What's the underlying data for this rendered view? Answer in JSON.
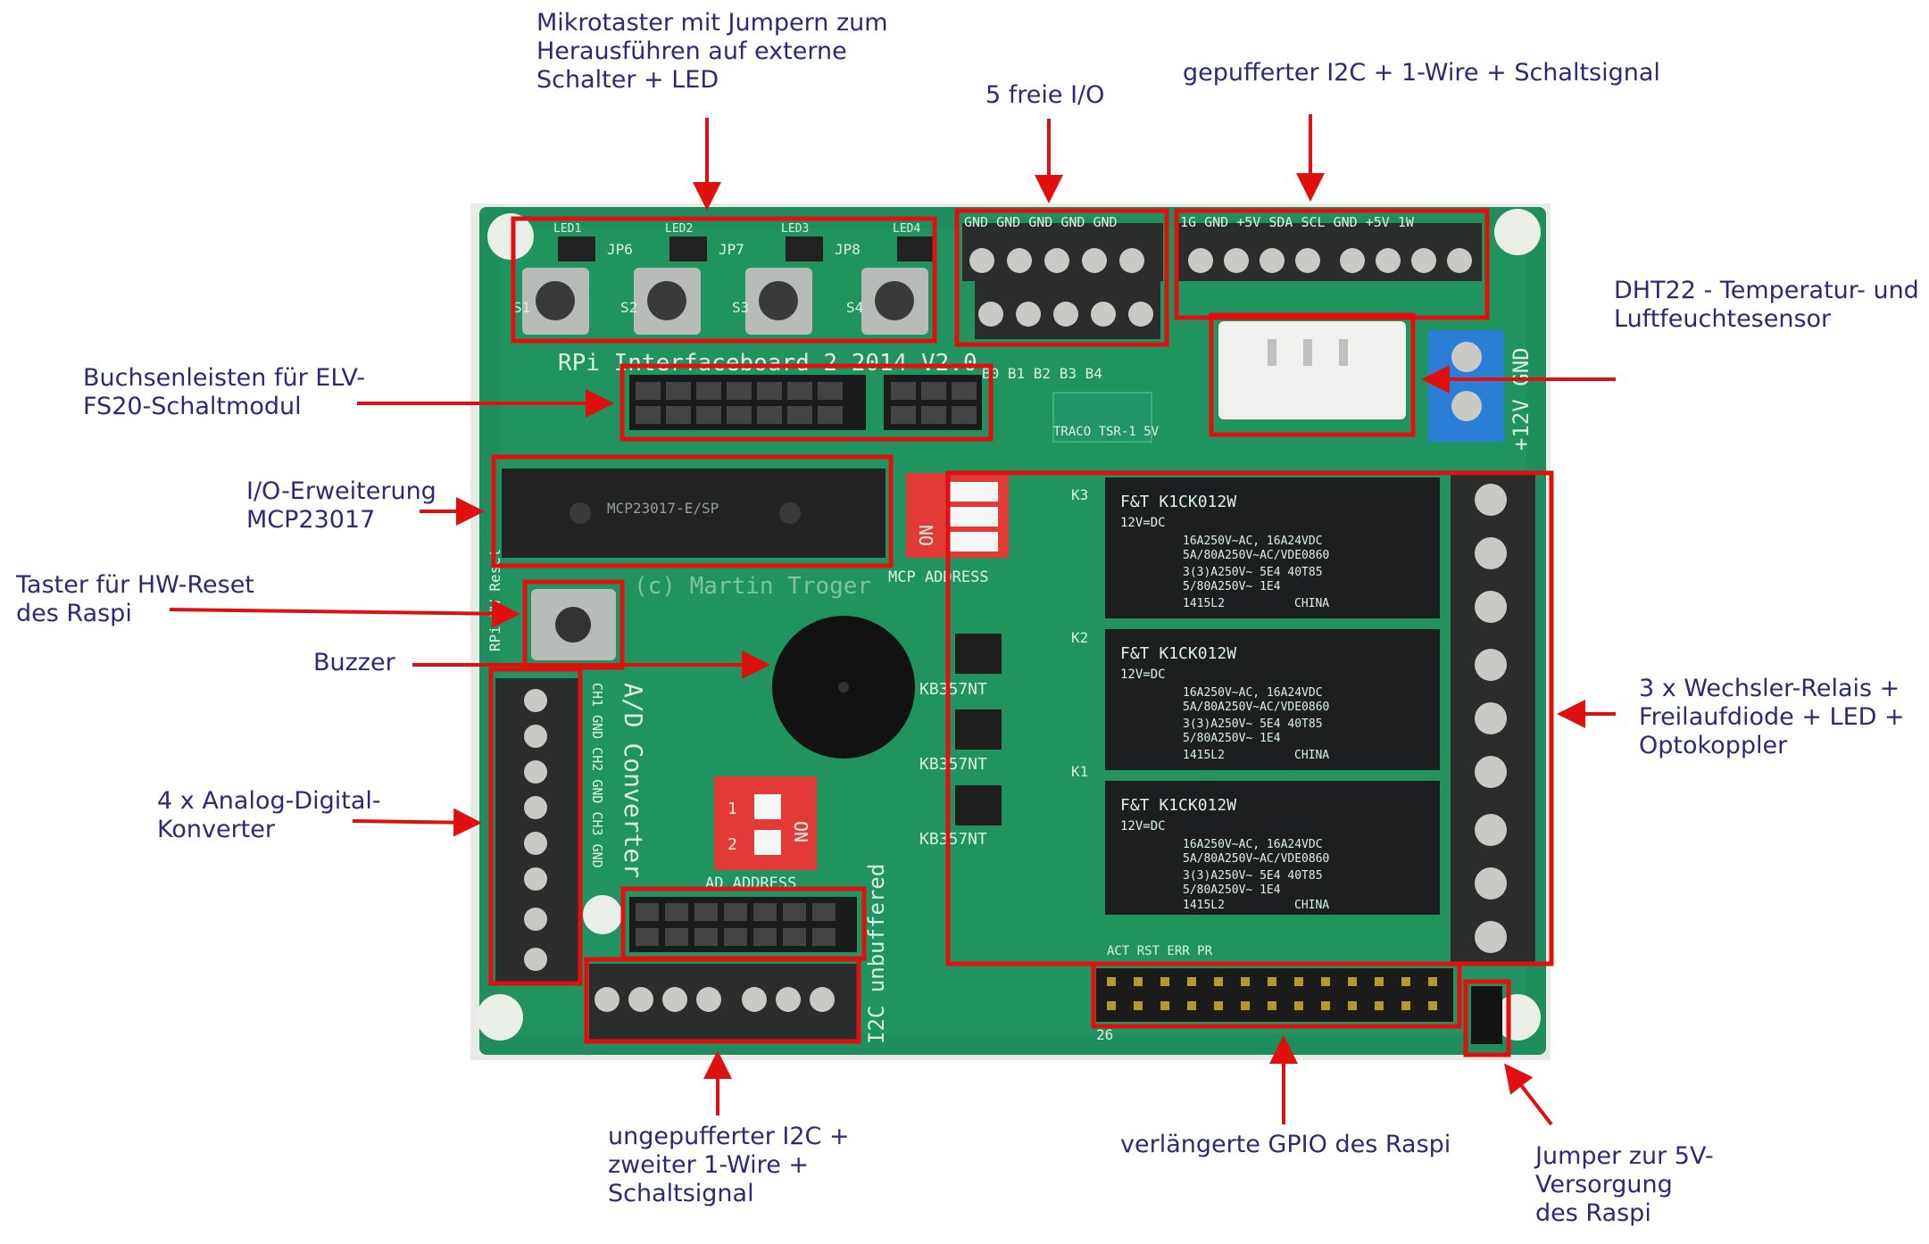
{
  "labels": {
    "taster": "Mikrotaster mit Jumpern zum\nHerausführen auf externe\nSchalter + LED",
    "freie_io": "5 freie I/O",
    "gepufferter": "gepufferter I2C + 1-Wire + Schaltsignal",
    "dht": "DHT22 - Temperatur- und\nLuftfeuchtesensor",
    "buchsen": "Buchsenleisten für ELV-\nFS20-Schaltmodul",
    "io_erw": "I/O-Erweiterung\nMCP23017",
    "reset": "Taster für HW-Reset\ndes Raspi",
    "buzzer": "Buzzer",
    "relais": "3 x Wechsler-Relais +\nFreilaufdiode + LED +\nOptokoppler",
    "adc": "4 x Analog-Digital-\nKonverter",
    "ungepuffert": "ungepufferter I2C +\nzweiter 1-Wire +\nSchaltsignal",
    "gpio": "verlängerte GPIO des Raspi",
    "jumper": "Jumper zur 5V-\nVersorgung\ndes Raspi"
  },
  "board": {
    "title": "RPi Interfaceboard 2 2014 V2.0",
    "author": "(c) Martin Troger",
    "terminal_top_left": "GND GND GND GND GND",
    "terminal_top_right": "1G GND +5V SDA SCL GND +5V 1W",
    "io_pins": "B0  B1  B2  B3  B4",
    "chip": "MCP23017-E/SP",
    "dc_dc": "TRACO TSR-1 5V",
    "power": "+12V GND",
    "adc_title": "A/D Converter",
    "adc_pins": "CH1 GND CH2 GND CH3 GND",
    "i2c_unbuffered": "I2C unbuffered",
    "reset": "RPi HW Reset",
    "mcp_address": "MCP ADDRESS",
    "ad_address": "AD ADDRESS",
    "relay_brand": "F&T K1CK012W",
    "relay_spec": "12V=DC",
    "relay_rating_1": "16A250V~AC, 16A24VDC",
    "relay_rating_2": "5A/80A250V~AC/VDE0860",
    "relay_rating_3": "3(3)A250V~ 5E4 40T85",
    "relay_rating_4": "5/80A250V~ 1E4",
    "relay_date": "1415L2",
    "relay_origin": "CHINA",
    "optocoupler": "KB357NT",
    "switch_on": "ON",
    "dip_numbers": [
      "1",
      "2",
      "3"
    ],
    "dip_numbers_2": [
      "1",
      "2"
    ],
    "buttons": [
      "S1",
      "S2",
      "S3",
      "S4"
    ],
    "jumpers": [
      "JP6",
      "JP7",
      "JP8"
    ],
    "leds": [
      "LED1",
      "LED2",
      "LED3",
      "LED4"
    ],
    "relay_labels": [
      "K1",
      "K2",
      "K3"
    ],
    "gpio_pin": "26",
    "act_labels": "ACT RST ERR PR"
  },
  "colors": {
    "pcb": "#1f8e5c",
    "pcb_light": "#2aa06a",
    "highlight": "#e01010",
    "arrow": "#e01010",
    "label_text": "#2b2b74",
    "terminal": "#2a2d2b",
    "relay": "#1d1e1f",
    "dip": "#e43a37",
    "power_terminal": "#2a7ed6",
    "standoff": "#eaf0e8"
  }
}
